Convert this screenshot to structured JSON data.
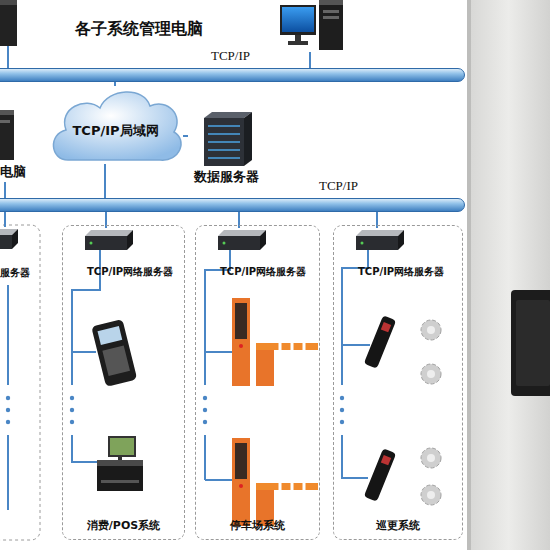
{
  "diagram": {
    "nodes": [
      {
        "text": [
          "TCP/IP"
        ]
      },
      {
        "text": [
          "各子系统管理电脑"
        ]
      },
      {
        "text": [
          "TCP/IP局域网"
        ]
      },
      {
        "text": [
          "数据服务器"
        ]
      },
      {
        "text": [
          "电脑"
        ]
      },
      {
        "text": [
          "TCP/IP"
        ]
      },
      {
        "text": [
          "服务器"
        ]
      },
      {
        "text": [
          "消费/POS系统"
        ]
      },
      {
        "text": [
          "TCP/IP网络服务器"
        ],
        "in": 7
      },
      {
        "text": [
          "停车场系统"
        ]
      },
      {
        "text": [
          "TCP/IP网络服务器"
        ],
        "in": 9
      },
      {
        "text": [
          "巡更系统"
        ]
      },
      {
        "text": [
          "TCP/IP网络服务器"
        ],
        "in": 11
      }
    ],
    "edges": [
      {
        "from": 1,
        "to": 0,
        "arrow": "none"
      },
      {
        "from": 0,
        "to": 2,
        "arrow": "none"
      },
      {
        "from": 2,
        "to": 3,
        "arrow": "none"
      },
      {
        "from": 2,
        "to": 5,
        "arrow": "none"
      },
      {
        "from": 4,
        "to": 5,
        "arrow": "none"
      },
      {
        "from": 5,
        "to": 6,
        "arrow": "none"
      },
      {
        "from": 5,
        "to": 8,
        "arrow": "none"
      },
      {
        "from": 5,
        "to": 10,
        "arrow": "none"
      },
      {
        "from": 5,
        "to": 12,
        "arrow": "none"
      }
    ]
  }
}
